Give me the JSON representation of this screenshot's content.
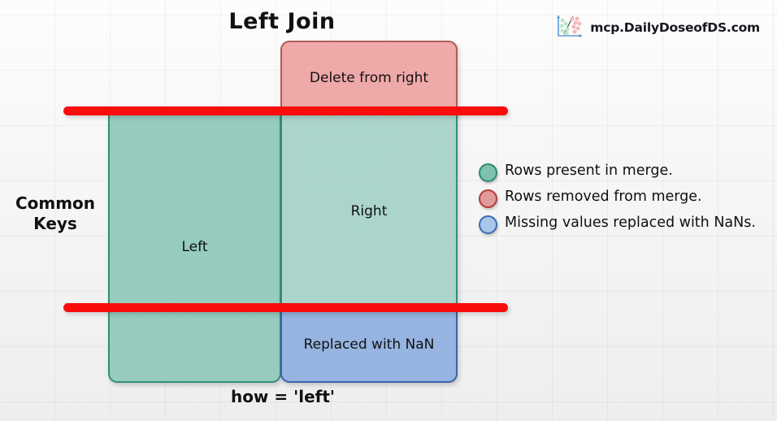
{
  "title": "Left Join",
  "brand": {
    "text": "mcp.DailyDoseofDS.com",
    "logo_icon": "scatter-plot-icon"
  },
  "diagram": {
    "common_keys_label": "Common Keys",
    "footer_label": "how = 'left'",
    "boxes": [
      {
        "name": "delete-from-right",
        "label": "Delete from right",
        "fill": "#efa3a3",
        "border": "#b05a5a"
      },
      {
        "name": "left",
        "label": "Left",
        "fill": "#8fc9bb",
        "border": "#2f8f77"
      },
      {
        "name": "right",
        "label": "Right",
        "fill": "#a6d3c8",
        "border": "#2f8f77"
      },
      {
        "name": "replaced-with-nan",
        "label": "Replaced with NaN",
        "fill": "#8fafe0",
        "border": "#3b63ab"
      }
    ],
    "strike_color": "#f80c0c",
    "strike_count": 2
  },
  "legend": {
    "items": [
      {
        "icon": "green-circle-icon",
        "label": "Rows present in merge.",
        "fill": "#7ec2ae",
        "border": "#2d8a72"
      },
      {
        "icon": "red-circle-icon",
        "label": "Rows removed from merge.",
        "fill": "#e09a9a",
        "border": "#b33a3a"
      },
      {
        "icon": "blue-circle-icon",
        "label": "Missing values replaced with NaNs.",
        "fill": "#a9c6ec",
        "border": "#3c6cb4"
      }
    ]
  }
}
